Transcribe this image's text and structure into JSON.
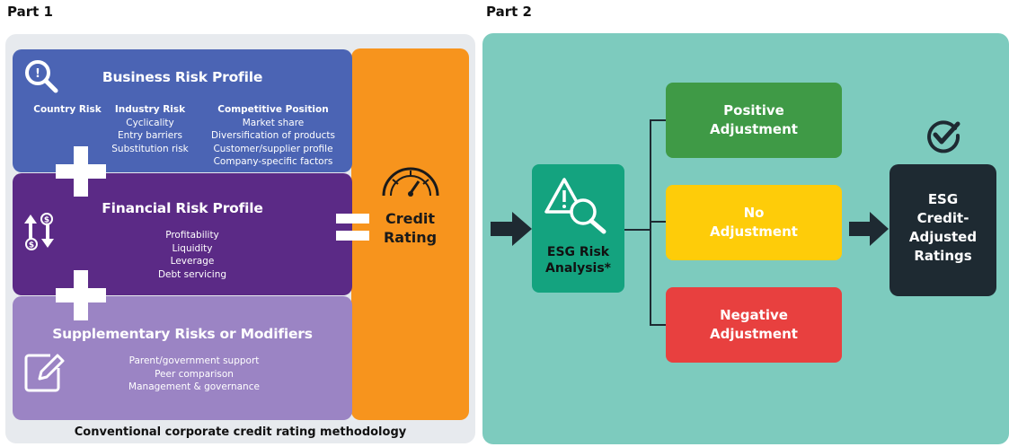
{
  "part1": {
    "title": "Part 1",
    "business": {
      "title": "Business Risk Profile",
      "country_risk": "Country Risk",
      "industry_risk": {
        "heading": "Industry Risk",
        "items": [
          "Cyclicality",
          "Entry barriers",
          "Substitution risk"
        ]
      },
      "competitive_position": {
        "heading": "Competitive Position",
        "items": [
          "Market share",
          "Diversification of products",
          "Customer/supplier profile",
          "Company-specific factors"
        ]
      },
      "icon": "magnifier-icon"
    },
    "financial": {
      "title": "Financial Risk Profile",
      "items": [
        "Profitability",
        "Liquidity",
        "Leverage",
        "Debt servicing"
      ],
      "icon": "dollar-arrows-icon"
    },
    "supplementary": {
      "title": "Supplementary Risks or Modifiers",
      "items": [
        "Parent/government support",
        "Peer comparison",
        "Management & governance"
      ],
      "icon": "edit-icon"
    },
    "credit_rating": {
      "line1": "Credit",
      "line2": "Rating",
      "icon": "gauge-icon"
    },
    "caption": "Conventional corporate credit rating methodology",
    "colors": {
      "business": "#4b64b4",
      "financial": "#5b2a86",
      "supplementary": "#9b84c4",
      "credit": "#f7941d",
      "panel": "#e7eaee"
    }
  },
  "part2": {
    "title": "Part 2",
    "esg_analysis": {
      "line1": "ESG Risk",
      "line2": "Analysis*",
      "icon": "warning-search-icon"
    },
    "positive": {
      "line1": "Positive",
      "line2": "Adjustment"
    },
    "none": {
      "line1": "No",
      "line2": "Adjustment"
    },
    "negative": {
      "line1": "Negative",
      "line2": "Adjustment"
    },
    "result": {
      "line1": "ESG",
      "line2": "Credit-",
      "line3": "Adjusted",
      "line4": "Ratings",
      "icon": "check-circle-icon"
    },
    "colors": {
      "panel": "#7dcbbe",
      "esg": "#14a37f",
      "positive": "#3f9a46",
      "none": "#fecc09",
      "negative": "#e8403f",
      "result": "#1e2a32"
    }
  }
}
